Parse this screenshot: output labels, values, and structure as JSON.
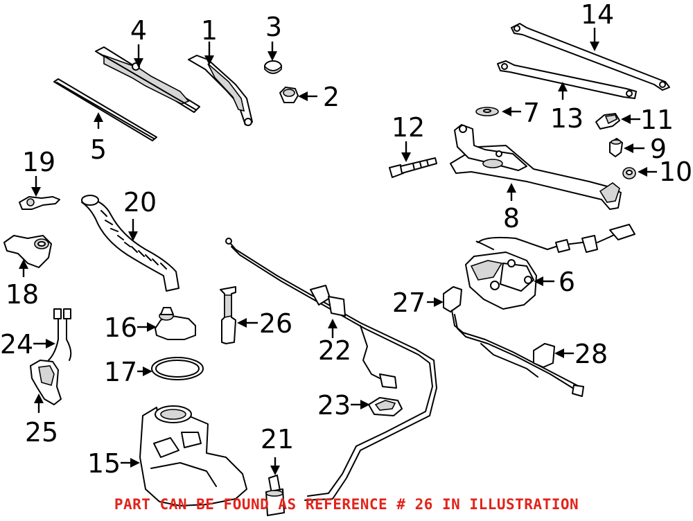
{
  "diagram": {
    "callouts": {
      "1": "1",
      "2": "2",
      "3": "3",
      "4": "4",
      "5": "5",
      "6": "6",
      "7": "7",
      "8": "8",
      "9": "9",
      "10": "10",
      "11": "11",
      "12": "12",
      "13": "13",
      "14": "14",
      "15": "15",
      "16": "16",
      "17": "17",
      "18": "18",
      "19": "19",
      "20": "20",
      "21": "21",
      "22": "22",
      "23": "23",
      "24": "24",
      "25": "25",
      "26": "26",
      "27": "27",
      "28": "28"
    },
    "footer_note": "PART CAN BE FOUND AS REFERENCE # 26 IN ILLUSTRATION",
    "colors": {
      "footer_note": "#e2231a",
      "line": "#000000",
      "background": "#ffffff"
    }
  }
}
